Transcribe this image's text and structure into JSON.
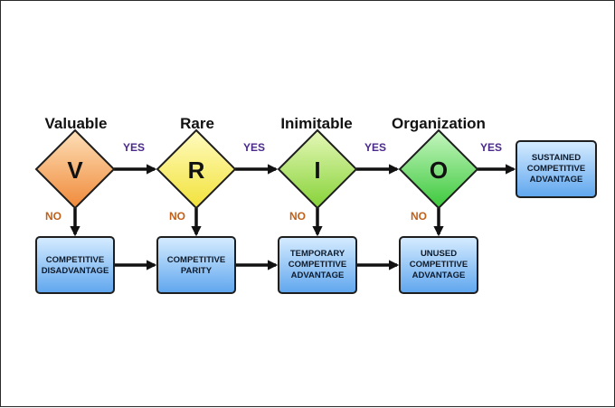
{
  "criteria": [
    {
      "title": "Valuable",
      "letter": "V",
      "yes": "YES",
      "no": "NO",
      "color_top": "#fde0b8",
      "color_bottom": "#f08a3a"
    },
    {
      "title": "Rare",
      "letter": "R",
      "yes": "YES",
      "no": "NO",
      "color_top": "#fffbc0",
      "color_bottom": "#f2e23a"
    },
    {
      "title": "Inimitable",
      "letter": "I",
      "yes": "YES",
      "no": "NO",
      "color_top": "#e6f8b8",
      "color_bottom": "#86d238"
    },
    {
      "title": "Organization",
      "letter": "O",
      "yes": "YES",
      "no": "NO",
      "color_top": "#c6f6c0",
      "color_bottom": "#3cc83c"
    }
  ],
  "outcomes": [
    {
      "lines": [
        "COMPETITIVE",
        "DISADVANTAGE"
      ]
    },
    {
      "lines": [
        "COMPETITIVE",
        "PARITY"
      ]
    },
    {
      "lines": [
        "TEMPORARY",
        "COMPETITIVE",
        "ADVANTAGE"
      ]
    },
    {
      "lines": [
        "UNUSED",
        "COMPETITIVE",
        "ADVANTAGE"
      ]
    }
  ],
  "final_outcome": {
    "lines": [
      "SUSTAINED",
      "COMPETITIVE",
      "ADVANTAGE"
    ]
  },
  "colors": {
    "box_top": "#d6ecff",
    "box_bottom": "#5fa6ee",
    "border": "#1e1e1e"
  }
}
